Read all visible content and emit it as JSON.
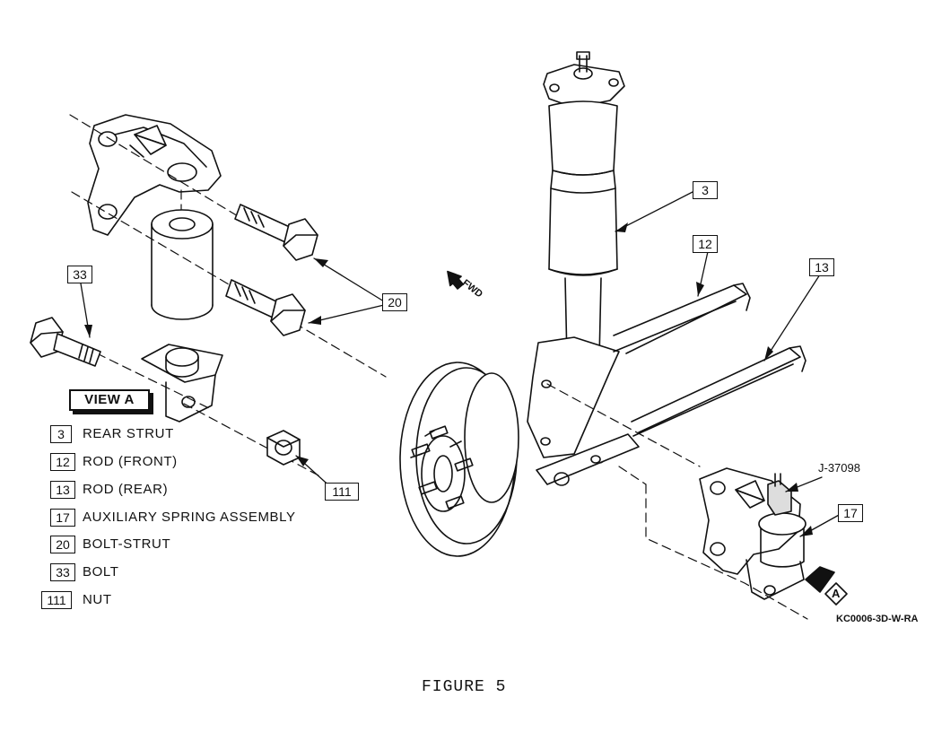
{
  "callouts": {
    "c3": "3",
    "c12": "12",
    "c13": "13",
    "c17": "17",
    "c20": "20",
    "c33": "33",
    "c111": "111"
  },
  "view_label": "VIEW A",
  "fwd_label": "FWD",
  "view_marker": "A",
  "tool_label": "J-37098",
  "code_label": "KC0006-3D-W-RA",
  "caption": "FIGURE 5",
  "legend": [
    {
      "num": "3",
      "text": "REAR STRUT"
    },
    {
      "num": "12",
      "text": "ROD (FRONT)"
    },
    {
      "num": "13",
      "text": "ROD (REAR)"
    },
    {
      "num": "17",
      "text": "AUXILIARY SPRING ASSEMBLY"
    },
    {
      "num": "20",
      "text": "BOLT-STRUT"
    },
    {
      "num": "33",
      "text": "BOLT"
    },
    {
      "num": "111",
      "text": "NUT"
    }
  ]
}
